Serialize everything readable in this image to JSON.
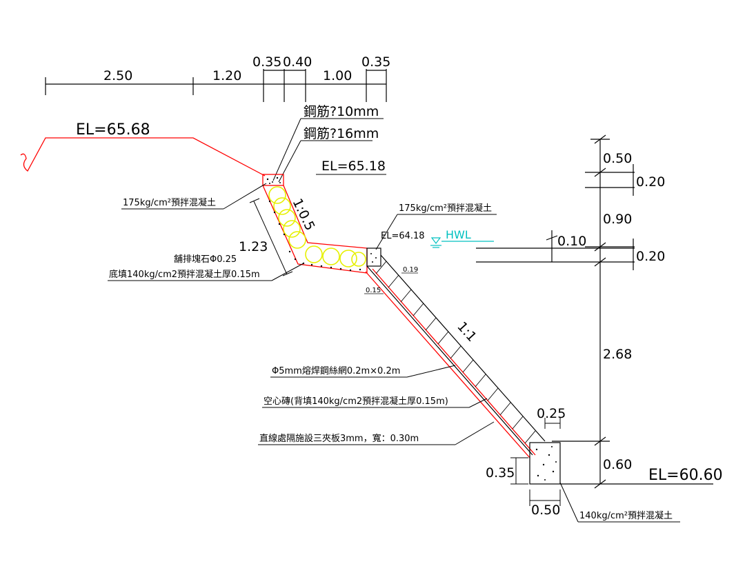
{
  "top_dimensions": {
    "d1": "2.50",
    "d2": "1.20",
    "d3": "0.35",
    "d4": "0.40",
    "d5": "1.00",
    "d6": "0.35"
  },
  "right_dimensions": {
    "r1": "0.50",
    "r2": "0.20",
    "r3": "0.90",
    "r4": "0.10",
    "r5": "0.20",
    "r6": "2.68",
    "r7": "0.60"
  },
  "elevations": {
    "ground": "EL=65.68",
    "crest": "EL=65.18",
    "hwl_el": "EL=64.18",
    "hwl": "HWL",
    "toe": "EL=60.60"
  },
  "labels": {
    "rebar_10": "鋼筋?10mm",
    "rebar_16": "鋼筋?16mm",
    "concrete_175_left": "175kg/cm²預拌混凝土",
    "concrete_175_right": "175kg/cm²預拌混凝土",
    "rock": "舖排塊石Φ0.25",
    "base_fill": "底填140kg/cm2預拌混凝土厚0.15m",
    "mesh": "Φ5mm熔焊鋼絲網0.2m×0.2m",
    "hollow_brick": "空心磚(背填140kg/cm2預拌混凝土厚0.15m)",
    "joint_board": "直線處隔施設三夾板3mm，寬：0.30m",
    "concrete_140": "140kg/cm²預拌混凝土"
  },
  "slopes": {
    "upper": "1:0.5",
    "lower": "1:1",
    "upper_length": "1.23",
    "t019": "0.19",
    "t015": "0.15"
  },
  "footing": {
    "width_top": "0.25",
    "height": "0.35",
    "width": "0.50"
  },
  "colors": {
    "outline": "#ff0000",
    "rock": "#e6f000",
    "hwl": "#00c0c0",
    "line": "#000000"
  }
}
